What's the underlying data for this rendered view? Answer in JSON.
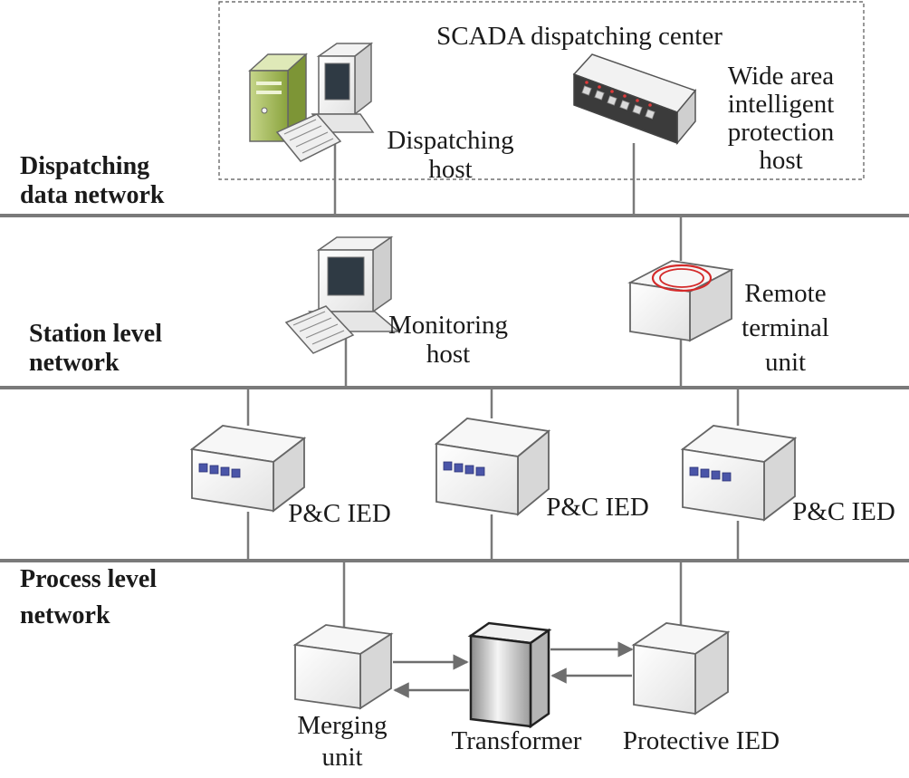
{
  "scada_center": {
    "title": "SCADA dispatching center",
    "dispatching_host": [
      "Dispatching",
      "host"
    ],
    "protection_host": [
      "Wide area",
      "intelligent",
      "protection",
      "host"
    ]
  },
  "networks": {
    "dispatching": [
      "Dispatching",
      "data network"
    ],
    "station": [
      "Station level",
      "network"
    ],
    "process": [
      "Process level",
      "network"
    ]
  },
  "station_devices": {
    "monitoring_host": [
      "Monitoring",
      "host"
    ],
    "rtu": [
      "Remote",
      "terminal",
      "unit"
    ]
  },
  "bay_devices": {
    "ied_1": "P&C IED",
    "ied_2": "P&C IED",
    "ied_3": "P&C IED"
  },
  "process_devices": {
    "merging_unit": [
      "Merging",
      "unit"
    ],
    "transformer": "Transformer",
    "protective_ied": "Protective IED"
  },
  "colors": {
    "bus_line": "#7a7a7a",
    "device_outline": "#6b6b6b",
    "rtu_ring": "#d42a2a",
    "tower_green": "#9ab24f",
    "ied_ports": "#4a55a8"
  }
}
